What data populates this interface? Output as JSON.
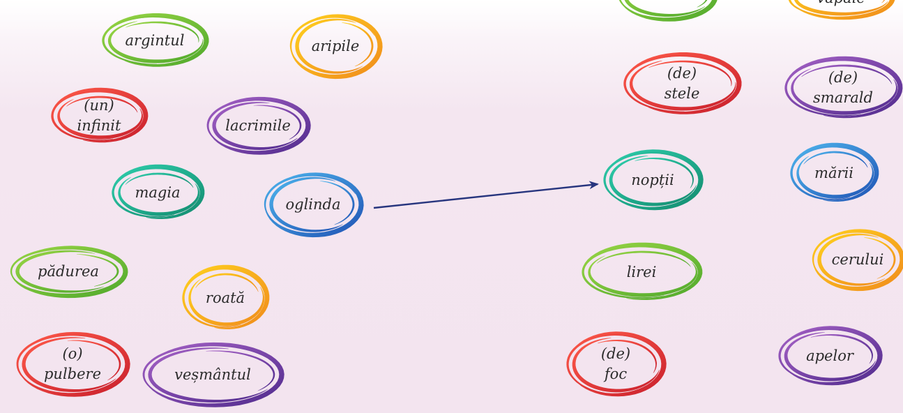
{
  "colors": {
    "green": [
      "#9ad645",
      "#4fa82c"
    ],
    "orange": [
      "#ffd21f",
      "#f08a1c"
    ],
    "red": [
      "#ff5b4a",
      "#c81f2c"
    ],
    "purple": [
      "#a662c6",
      "#4f2a8c"
    ],
    "teal": [
      "#2fcfad",
      "#128a6e"
    ],
    "blue": [
      "#4fb7ee",
      "#1f52b4"
    ],
    "arrow": "#27357e"
  },
  "left_words": [
    {
      "id": "argintul",
      "lines": [
        "argintul"
      ],
      "color": "green"
    },
    {
      "id": "aripile",
      "lines": [
        "aripile"
      ],
      "color": "orange"
    },
    {
      "id": "un-infinit",
      "lines": [
        "(un)",
        "infinit"
      ],
      "color": "red"
    },
    {
      "id": "lacrimile",
      "lines": [
        "lacrimile"
      ],
      "color": "purple"
    },
    {
      "id": "magia",
      "lines": [
        "magia"
      ],
      "color": "teal"
    },
    {
      "id": "oglinda",
      "lines": [
        "oglinda"
      ],
      "color": "blue"
    },
    {
      "id": "padurea",
      "lines": [
        "pădurea"
      ],
      "color": "green"
    },
    {
      "id": "roata",
      "lines": [
        "roată"
      ],
      "color": "orange"
    },
    {
      "id": "o-pulbere",
      "lines": [
        "(o)",
        "pulbere"
      ],
      "color": "red"
    },
    {
      "id": "vesmantul",
      "lines": [
        "veșmântul"
      ],
      "color": "purple"
    }
  ],
  "right_words": [
    {
      "id": "top-green",
      "lines": [
        ""
      ],
      "color": "green"
    },
    {
      "id": "vapaie",
      "lines": [
        "văpaie"
      ],
      "color": "orange"
    },
    {
      "id": "de-stele",
      "lines": [
        "(de)",
        "stele"
      ],
      "color": "red"
    },
    {
      "id": "de-smarald",
      "lines": [
        "(de)",
        "smarald"
      ],
      "color": "purple"
    },
    {
      "id": "noptii",
      "lines": [
        "nopții"
      ],
      "color": "teal"
    },
    {
      "id": "marii",
      "lines": [
        "mării"
      ],
      "color": "blue"
    },
    {
      "id": "lirei",
      "lines": [
        "lirei"
      ],
      "color": "green"
    },
    {
      "id": "cerului",
      "lines": [
        "cerului"
      ],
      "color": "orange"
    },
    {
      "id": "de-foc",
      "lines": [
        "(de)",
        "foc"
      ],
      "color": "red"
    },
    {
      "id": "apelor",
      "lines": [
        "apelor"
      ],
      "color": "purple"
    }
  ],
  "connection": {
    "from": "oglinda",
    "to": "noptii"
  }
}
